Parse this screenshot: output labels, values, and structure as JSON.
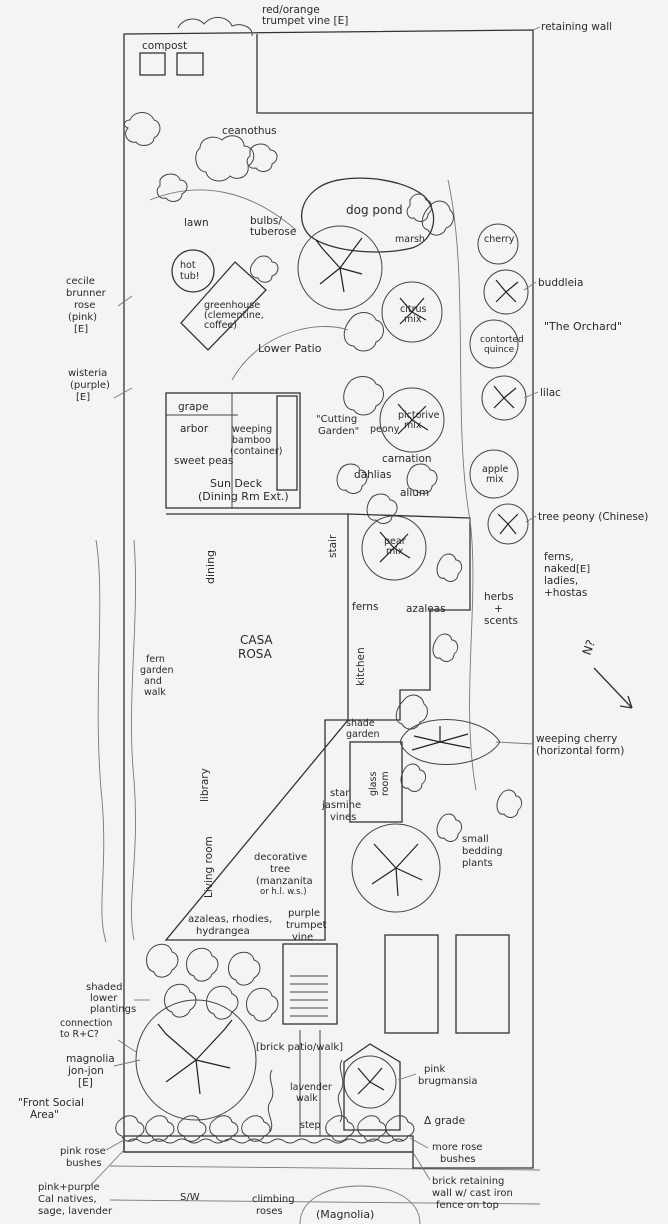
{
  "labels": {
    "trumpet_vine": [
      "red/orange",
      "trumpet vine [E]"
    ],
    "retaining_wall": "retaining wall",
    "compost": "compost",
    "ceanothus": "ceanothus",
    "lawn": "lawn",
    "bulbs": [
      "bulbs/",
      "tuberose"
    ],
    "dog_pond": "dog pond",
    "marsh": "marsh",
    "cherry": "cherry",
    "buddleia": "buddleia",
    "hot_tub": [
      "hot",
      "tub!"
    ],
    "greenhouse": [
      "greenhouse",
      "(clementine,",
      "coffee)"
    ],
    "cecile": [
      "cecile",
      "brunner",
      "rose",
      "(pink)",
      "[E]"
    ],
    "citrus": [
      "citrus",
      "mix"
    ],
    "orchard": "\"The Orchard\"",
    "quince": [
      "contorted",
      "quince"
    ],
    "lower_patio": "Lower Patio",
    "wisteria": [
      "wisteria",
      "(purple)",
      "[E]"
    ],
    "lilac": "lilac",
    "grape": "grape",
    "arbor": "arbor",
    "weeping_bamboo": [
      "weeping",
      "bamboo",
      "(container)"
    ],
    "cutting_garden": [
      "\"Cutting",
      "Garden\""
    ],
    "peony": "peony",
    "pictorive": [
      "pictorive",
      "mix"
    ],
    "sweet_peas": "sweet peas",
    "carnation": "carnation",
    "dahlias": "dahlias",
    "apple": [
      "apple",
      "mix"
    ],
    "sun_deck": [
      "Sun Deck",
      "(Dining Rm Ext.)"
    ],
    "alium": "alium",
    "tree_peony": "tree peony (Chinese)",
    "pear": [
      "pear",
      "mix"
    ],
    "stair": "stair",
    "dining": "dining",
    "ferns_naked": [
      "ferns,",
      "naked",
      "ladies,",
      "+hostas"
    ],
    "ferns_naked_tag": "[E]",
    "casa_rosa": [
      "CASA",
      "ROSA"
    ],
    "fern_garden": [
      "fern",
      "garden",
      "and",
      "walk"
    ],
    "ferns": "ferns",
    "azaleas": "azaleas",
    "herbs": [
      "herbs",
      "+",
      "scents"
    ],
    "north": "N?",
    "kitchen": "kitchen",
    "shade_garden": [
      "shade",
      "garden"
    ],
    "weeping_cherry": [
      "weeping cherry",
      "(horizontal form)"
    ],
    "library": "library",
    "glass_room": [
      "glass",
      "room"
    ],
    "star_jasmine": [
      "star",
      "jasmine",
      "vines"
    ],
    "small_bedding": [
      "small",
      "bedding",
      "plants"
    ],
    "decorative_tree": [
      "decorative",
      "tree",
      "(manzanita",
      "or h.l. w.s.)"
    ],
    "living_room": "Living room",
    "azaleas_rhodies": [
      "azaleas, rhodies,",
      "hydrangea"
    ],
    "purple_trumpet": [
      "purple",
      "trumpet",
      "vine"
    ],
    "shaded_lower": [
      "shaded",
      "lower",
      "plantings"
    ],
    "connection": [
      "connection",
      "to R+C?"
    ],
    "magnolia": [
      "magnolia",
      "jon-jon",
      "[E]"
    ],
    "brick_patio": "[brick patio/walk]",
    "pink_brugmansia": [
      "pink",
      "brugmansia"
    ],
    "front_social": [
      "\"Front Social",
      "Area\""
    ],
    "lavender_walk": [
      "lavender",
      "walk"
    ],
    "grade": "Δ grade",
    "pink_rose": [
      "pink rose",
      "bushes"
    ],
    "step": "step",
    "more_rose": [
      "more rose",
      "bushes"
    ],
    "cal_natives": [
      "pink+purple",
      "Cal natives,",
      "sage, lavender"
    ],
    "sw": "S/W",
    "climbing_roses": [
      "climbing",
      "roses"
    ],
    "magnolia_street": "(Magnolia)",
    "brick_wall": [
      "brick retaining",
      "wall w/ cast iron",
      "fence on top"
    ]
  }
}
